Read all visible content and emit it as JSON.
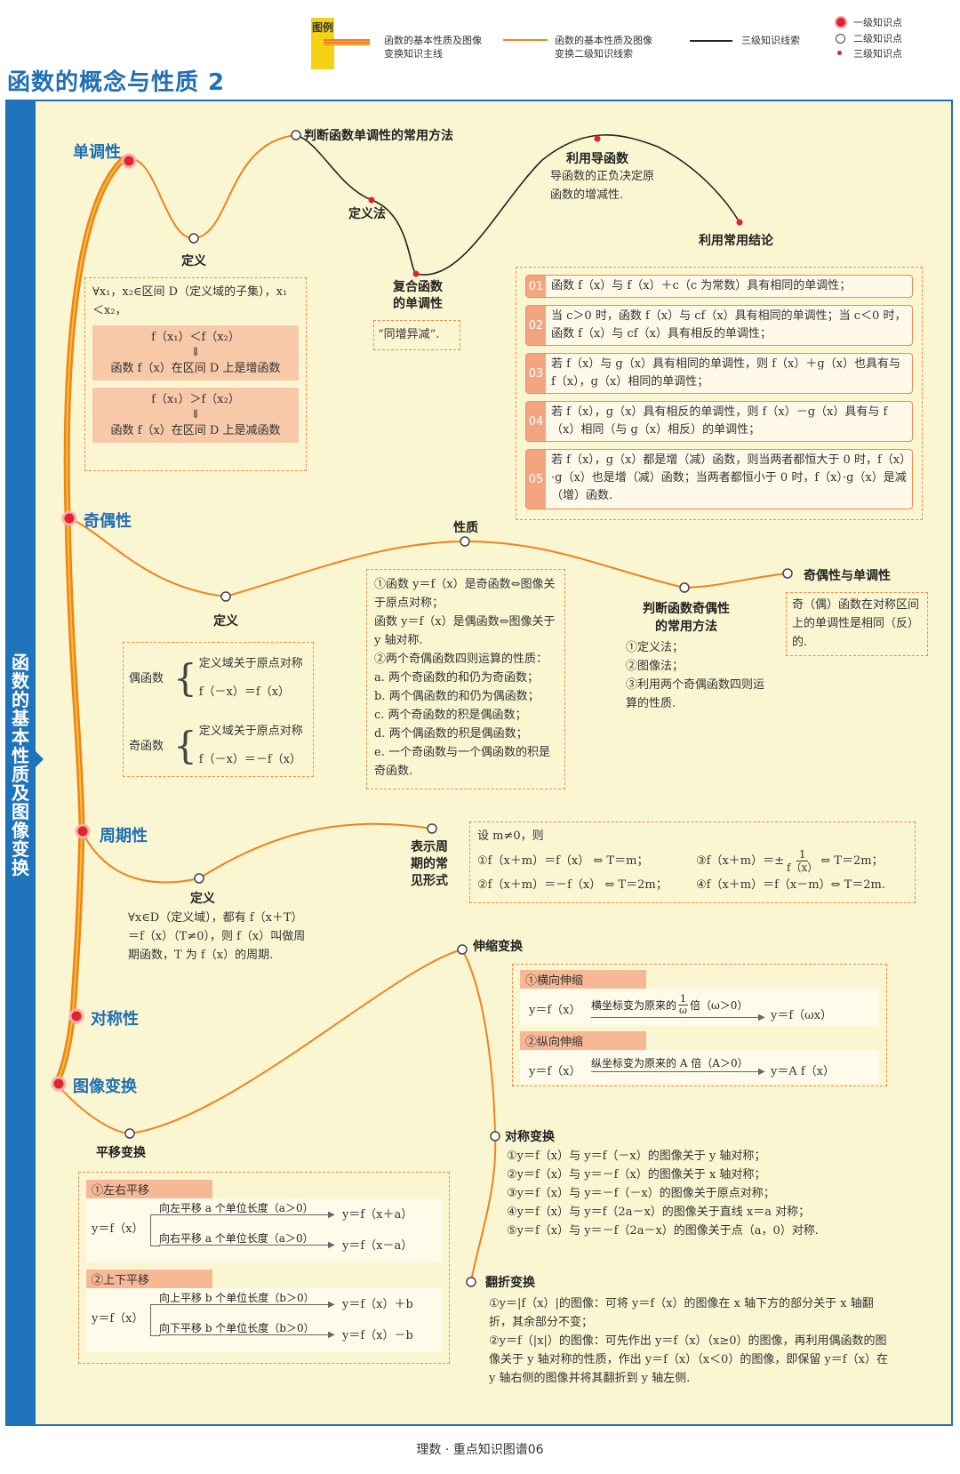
{
  "title": "函数的概念与性质 2",
  "legend": {
    "tag": "图例",
    "main_line": "函数的基本性质及图像变换知识主线",
    "second_line": "函数的基本性质及图像变换二级知识线索",
    "third_line": "三级知识线索",
    "level1": "一级知识点",
    "level2": "二级知识点",
    "level3": "三级知识点"
  },
  "sidebar": "函数的基本性质及图像变换",
  "monotonic": {
    "label": "单调性",
    "def_title": "定义",
    "def_intro": "∀x₁，x₂∈区间 D（定义域的子集），x₁＜x₂，",
    "inc_cond": "f（x₁）＜f（x₂）",
    "inc_result": "函数 f（x）在区间 D 上是增函数",
    "dec_cond": "f（x₁）＞f（x₂）",
    "dec_result": "函数 f（x）在区间 D 上是减函数",
    "arrow": "⇓",
    "method_title": "判断函数单调性的常用方法",
    "def_method": "定义法",
    "deriv_title": "利用导函数",
    "deriv_note": "导函数的正负决定原函数的增减性.",
    "composite_title": "复合函数的单调性",
    "composite_note": "“同增异减”.",
    "conclusion_title": "利用常用结论",
    "conclusions": [
      {
        "num": "01",
        "text": "函数 f（x）与 f（x）＋c（c 为常数）具有相同的单调性；"
      },
      {
        "num": "02",
        "text": "当 c＞0 时，函数 f（x）与 cf（x）具有相同的单调性；当 c＜0 时，函数 f（x）与 cf（x）具有相反的单调性；"
      },
      {
        "num": "03",
        "text": "若 f（x）与 g（x）具有相同的单调性，则 f（x）＋g（x）也具有与 f（x），g（x）相同的单调性；"
      },
      {
        "num": "04",
        "text": "若 f（x），g（x）具有相反的单调性，则 f（x）－g（x）具有与 f（x）相同（与 g（x）相反）的单调性；"
      },
      {
        "num": "05",
        "text": "若 f（x），g（x）都是增（减）函数，则当两者都恒大于 0 时，f（x）·g（x）也是增（减）函数；当两者都恒小于 0 时，f（x）·g（x）是减（增）函数."
      }
    ]
  },
  "parity": {
    "label": "奇偶性",
    "def_title": "定义",
    "even_name": "偶函数",
    "even_l1": "定义域关于原点对称",
    "even_l2": "f（－x）＝f（x）",
    "odd_name": "奇函数",
    "odd_l1": "定义域关于原点对称",
    "odd_l2": "f（－x）＝－f（x）",
    "prop_title": "性质",
    "props": [
      "①函数 y＝f（x）是奇函数⇔图像关于原点对称；",
      "函数 y＝f（x）是偶函数⇔图像关于 y 轴对称.",
      "②两个奇偶函数四则运算的性质：",
      "a. 两个奇函数的和仍为奇函数；",
      "b. 两个偶函数的和仍为偶函数；",
      "c. 两个奇函数的积是偶函数；",
      "d. 两个偶函数的积是偶函数；",
      "e. 一个奇函数与一个偶函数的积是奇函数."
    ],
    "method_title": "判断函数奇偶性的常用方法",
    "methods": [
      "①定义法；",
      "②图像法；",
      "③利用两个奇偶函数四则运算的性质."
    ],
    "mono_title": "奇偶性与单调性",
    "mono_note": "奇（偶）函数在对称区间上的单调性是相同（反）的."
  },
  "period": {
    "label": "周期性",
    "def_title": "定义",
    "def_note": "∀x∈D（定义域），都有 f（x＋T）＝f（x）（T≠0），则 f（x）叫做周期函数，T 为 f（x）的周期.",
    "forms_title": "表示周期的常见形式",
    "forms_intro": "设 m≠0，则",
    "form1": "①f（x＋m）＝f（x） ⇔ T＝m；",
    "form2": "②f（x＋m）＝－f（x） ⇔ T＝2m；",
    "form3_pre": "③f（x＋m）＝±",
    "form3_num": "1",
    "form3_den": "f（x）",
    "form3_post": "⇔ T＝2m；",
    "form4": "④f（x＋m）＝f（x－m）⇔ T＝2m."
  },
  "symmetry": {
    "label": "对称性"
  },
  "transform": {
    "label": "图像变换",
    "shift_title": "平移变换",
    "lr_title": "①左右平移",
    "lr_base": "y＝f（x）",
    "lr_left": "向左平移 a 个单位长度（a＞0）",
    "lr_left_res": "y＝f（x＋a）",
    "lr_right": "向右平移 a 个单位长度（a＞0）",
    "lr_right_res": "y＝f（x－a）",
    "ud_title": "②上下平移",
    "ud_base": "y＝f（x）",
    "ud_up": "向上平移 b 个单位长度（b＞0）",
    "ud_up_res": "y＝f（x）＋b",
    "ud_down": "向下平移 b 个单位长度（b＞0）",
    "ud_down_res": "y＝f（x）－b",
    "stretch_title": "伸缩变换",
    "h_title": "①横向伸缩",
    "h_base": "y＝f（x）",
    "h_text_pre": "横坐标变为原来的",
    "h_frac_num": "1",
    "h_frac_den": "ω",
    "h_text_post": "倍（ω＞0）",
    "h_res": "y＝f（ωx）",
    "v_title": "②纵向伸缩",
    "v_base": "y＝f（x）",
    "v_text": "纵坐标变为原来的 A 倍（A＞0）",
    "v_res": "y＝A f（x）",
    "sym_title": "对称变换",
    "sym_items": [
      "①y＝f（x）与 y＝f（－x）的图像关于 y 轴对称；",
      "②y＝f（x）与 y＝－f（x）的图像关于 x 轴对称；",
      "③y＝f（x）与 y＝－f（－x）的图像关于原点对称；",
      "④y＝f（x）与 y＝f（2a－x）的图像关于直线 x＝a 对称；",
      "⑤y＝f（x）与 y＝－f（2a－x）的图像关于点（a，0）对称."
    ],
    "flip_title": "翻折变换",
    "flip_items": [
      "①y＝|f（x）|的图像：可将 y＝f（x）的图像在 x 轴下方的部分关于 x 轴翻折，其余部分不变；",
      "②y＝f（|x|）的图像：可先作出 y＝f（x）（x≥0）的图像，再利用偶函数的图像关于 y 轴对称的性质，作出 y＝f（x）（x＜0）的图像，即保留 y＝f（x）在 y 轴右侧的图像并将其翻折到 y 轴左侧."
    ]
  },
  "footer": "理数 · 重点知识图谱06",
  "colors": {
    "main": "#f0821e",
    "blue": "#1f6fb5",
    "red": "#e1232c"
  }
}
